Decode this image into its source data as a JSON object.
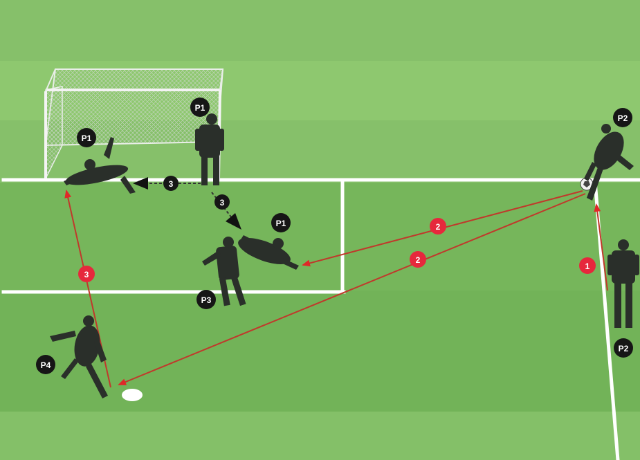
{
  "colors": {
    "grass_light": "#8cc46e",
    "grass_dark": "#74b55a",
    "line": "#ffffff",
    "pass_arrow": "#c0392b",
    "step_badge": "#e6283c",
    "player_badge": "#161616",
    "movement_arrow": "#111111",
    "keeper_kit": "#2a2f2a"
  },
  "players": [
    {
      "label": "P1"
    },
    {
      "label": "P1"
    },
    {
      "label": "P1"
    },
    {
      "label": "P2"
    },
    {
      "label": "P2"
    },
    {
      "label": "P3"
    },
    {
      "label": "P4"
    }
  ],
  "pass_steps": [
    {
      "label": "1"
    },
    {
      "label": "2"
    },
    {
      "label": "2"
    },
    {
      "label": "3"
    }
  ],
  "movement_steps": [
    {
      "label": "3"
    },
    {
      "label": "3"
    }
  ],
  "icons": {
    "goal": "goal-net-icon",
    "ball": "football-icon",
    "cone": "cone-icon",
    "player": "goalkeeper-figure-icon"
  }
}
